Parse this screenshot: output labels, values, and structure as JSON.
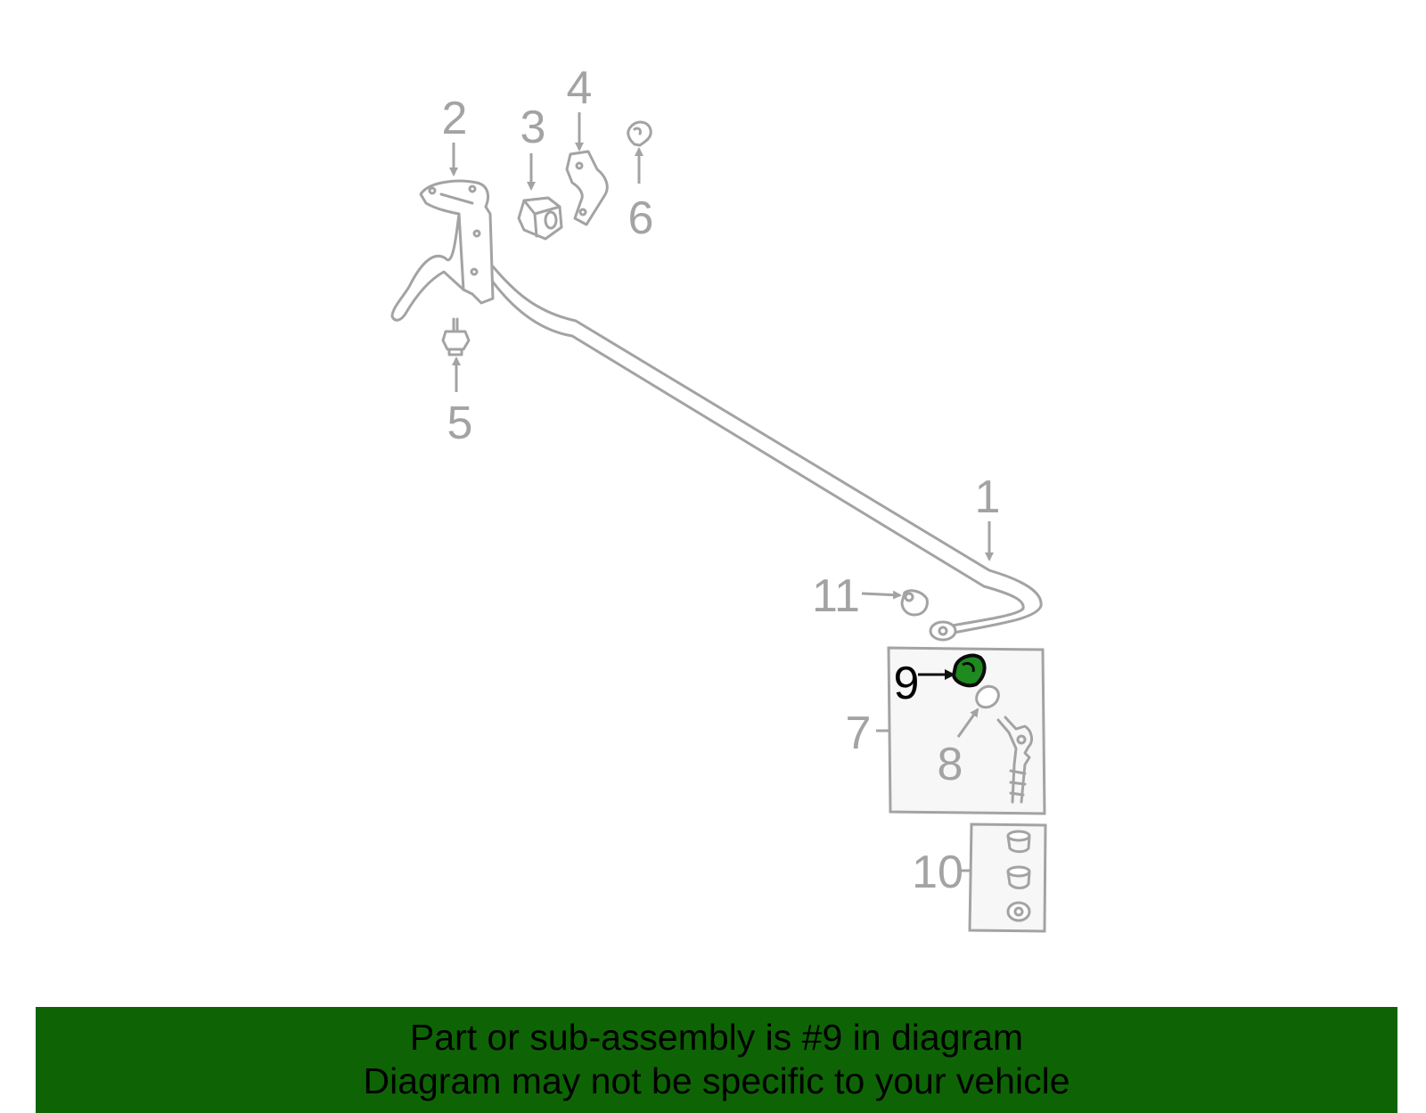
{
  "diagram": {
    "callouts": {
      "c1": "1",
      "c2": "2",
      "c3": "3",
      "c4": "4",
      "c5": "5",
      "c6": "6",
      "c7": "7",
      "c8": "8",
      "c9": "9",
      "c10": "10",
      "c11": "11"
    },
    "highlighted_part": "9"
  },
  "banner": {
    "line1": "Part or sub-assembly is #9 in diagram",
    "line2": "Diagram may not be specific to your vehicle"
  },
  "colors": {
    "banner_bg": "#0e6405",
    "highlight": "#1f8a1f",
    "line_art": "#a3a3a3"
  }
}
